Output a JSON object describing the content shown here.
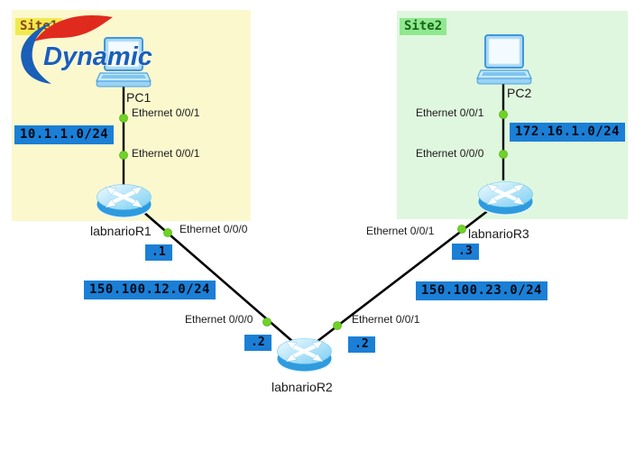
{
  "logo": {
    "text": "Dynamic"
  },
  "sites": [
    {
      "label": "Site1"
    },
    {
      "label": "Site2"
    }
  ],
  "devices": [
    {
      "label": "PC1",
      "type": "laptop"
    },
    {
      "label": "PC2",
      "type": "laptop"
    },
    {
      "label": "labnarioR1",
      "type": "router"
    },
    {
      "label": "labnarioR2",
      "type": "router"
    },
    {
      "label": "labnarioR3",
      "type": "router"
    }
  ],
  "interfaces": [
    {
      "text": "Ethernet 0/0/1"
    },
    {
      "text": "Ethernet 0/0/1"
    },
    {
      "text": "Ethernet 0/0/0"
    },
    {
      "text": "Ethernet 0/0/0"
    },
    {
      "text": "Ethernet 0/0/1"
    },
    {
      "text": "Ethernet 0/0/1"
    },
    {
      "text": "Ethernet 0/0/1"
    },
    {
      "text": "Ethernet 0/0/0"
    }
  ],
  "networks": [
    {
      "text": "10.1.1.0/24"
    },
    {
      "text": "172.16.1.0/24"
    },
    {
      "text": "150.100.12.0/24"
    },
    {
      "text": "150.100.23.0/24"
    }
  ],
  "host_octets": [
    {
      "text": ".1"
    },
    {
      "text": ".2"
    },
    {
      "text": ".2"
    },
    {
      "text": ".3"
    }
  ],
  "colors": {
    "site1_fill": "#FBF8CE",
    "site1_tag_bg": "#F0EA4F",
    "site1_tag_text": "#8B4513",
    "site2_fill": "#DFF7DE",
    "site2_tag_bg": "#90E890",
    "site2_tag_text": "#176617",
    "net_label_bg": "#1B7FD6",
    "net_label_text": "#000814",
    "link": "#000000",
    "port_dot": "#6FD327",
    "logo_blue": "#1A5FB8",
    "logo_red": "#E02A1E",
    "device_blue": "#55B5EC"
  }
}
